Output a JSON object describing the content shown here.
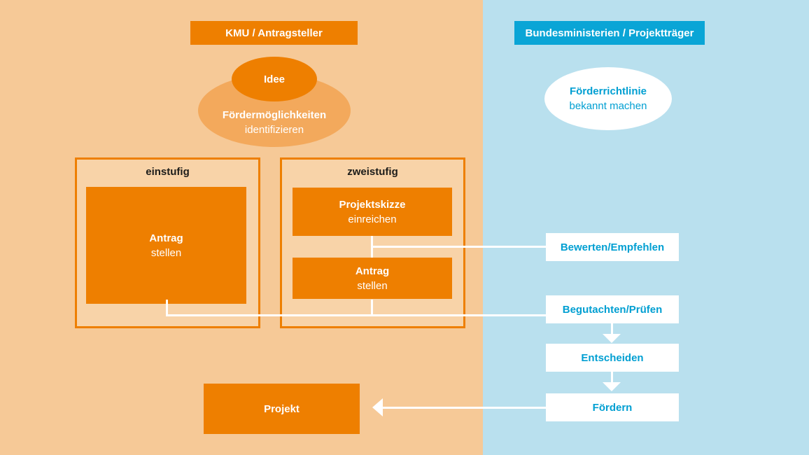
{
  "diagram": {
    "left": {
      "header": "KMU / Antragsteller",
      "idea_ellipse": "Idee",
      "identify_bold": "Fördermöglichkeiten",
      "identify_rest": "identifizieren",
      "single_stage": {
        "title": "einstufig",
        "application_bold": "Antrag",
        "application_rest": "stellen"
      },
      "two_stage": {
        "title": "zweistufig",
        "sketch_bold": "Projektskizze",
        "sketch_rest": "einreichen",
        "application_bold": "Antrag",
        "application_rest": "stellen"
      },
      "project_box": "Projekt"
    },
    "right": {
      "header": "Bundesministerien / Projektträger",
      "guideline_bold": "Förderrichtlinie",
      "guideline_rest": "bekannt machen",
      "steps": [
        {
          "label": "Bewerten/Empfehlen"
        },
        {
          "label": "Begutachten/Prüfen"
        },
        {
          "label": "Entscheiden"
        },
        {
          "label": "Fördern"
        }
      ]
    },
    "colors": {
      "bg_left_orange": "#f6c997",
      "bg_right_blue": "#b9e0ee",
      "accent_orange": "#ee7f00",
      "accent_orange_mid": "#f3a95c",
      "panel_interior": "#f8d3a8",
      "accent_cyan": "#0aa5d6",
      "cyan_text": "#009fd2",
      "dark_text": "#1c1c1a",
      "connector_white": "#ffffff"
    }
  }
}
